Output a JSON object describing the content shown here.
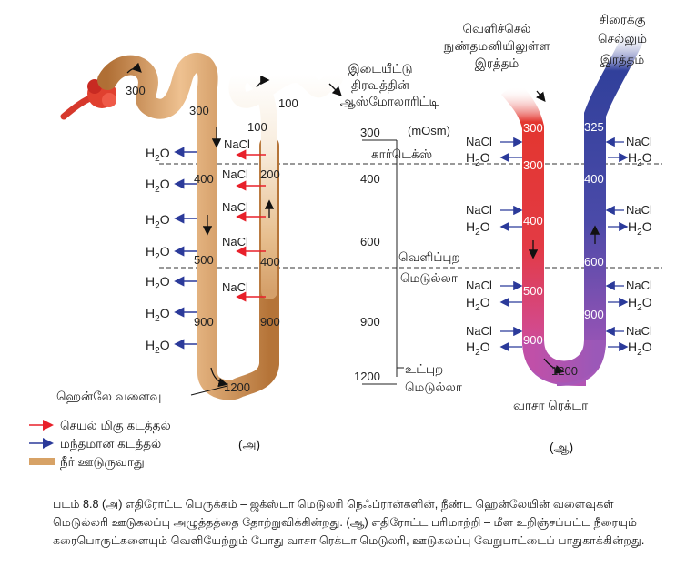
{
  "labels": {
    "interstitial": [
      "இடையீட்டு",
      "திரவத்தின்",
      "ஆஸ்மோலாரிட்டி"
    ],
    "unit": "(mOsm)",
    "cortex": "கார்டெக்ஸ்",
    "outer_medulla": [
      "வெளிப்புற",
      "மெடுல்லா"
    ],
    "inner_medulla": [
      "உட்புற",
      "மெடுல்லா"
    ],
    "arterial": [
      "வெளிச்செல்",
      "நுண்தமனியிலுள்ள",
      "இரத்தம்"
    ],
    "venous": [
      "சிரைக்கு",
      "செல்லும்",
      "இரத்தம்"
    ],
    "henle": "ஹென்லே வளைவு",
    "vasa": "வாசா ரெக்டா",
    "panel_a": "(அ)",
    "panel_b": "(ஆ)"
  },
  "scale_values": [
    "300",
    "400",
    "600",
    "900",
    "1200"
  ],
  "legend": {
    "active": "செயல் மிகு கடத்தல்",
    "passive": "மந்தமான கடத்தல்",
    "water": "நீர் ஊடுருவாது"
  },
  "chemicals": {
    "nacl": "NaCl",
    "water": "H",
    "water_sub": "2",
    "water_o": "O"
  },
  "nephron_values": [
    "300",
    "300",
    "100",
    "100",
    "200",
    "400",
    "400",
    "500",
    "900",
    "900",
    "1200"
  ],
  "vasa_values": [
    "300",
    "300",
    "400",
    "500",
    "900",
    "1200",
    "325",
    "400",
    "600",
    "900"
  ],
  "colors": {
    "active": "#e8202a",
    "passive": "#2b3a9a",
    "arteriole": "#d8302a",
    "venule": "#2f3c8e",
    "tubule": "#d7a266"
  },
  "caption": "படம் 8.8 (அ) எதிரோட்ட பெருக்கம் – ஜக்ஸ்டா மெடுலரி நெஃப்ரான்களின், நீண்ட ஹென்லேயின் வளைவுகள் மெடுல்லரி ஊடுகலப்பு அழுத்தத்தை தோற்றுவிக்கின்றது. (ஆ) எதிரோட்ட பரிமாற்றி – மீள உறிஞ்சப்பட்ட நீரையும் கரைபொருட்களையும் வெளியேற்றும் போது வாசா ரெக்டா மெடுலரி, ஊடுகலப்பு வேறுபாட்டைப் பாதுகாக்கின்றது."
}
